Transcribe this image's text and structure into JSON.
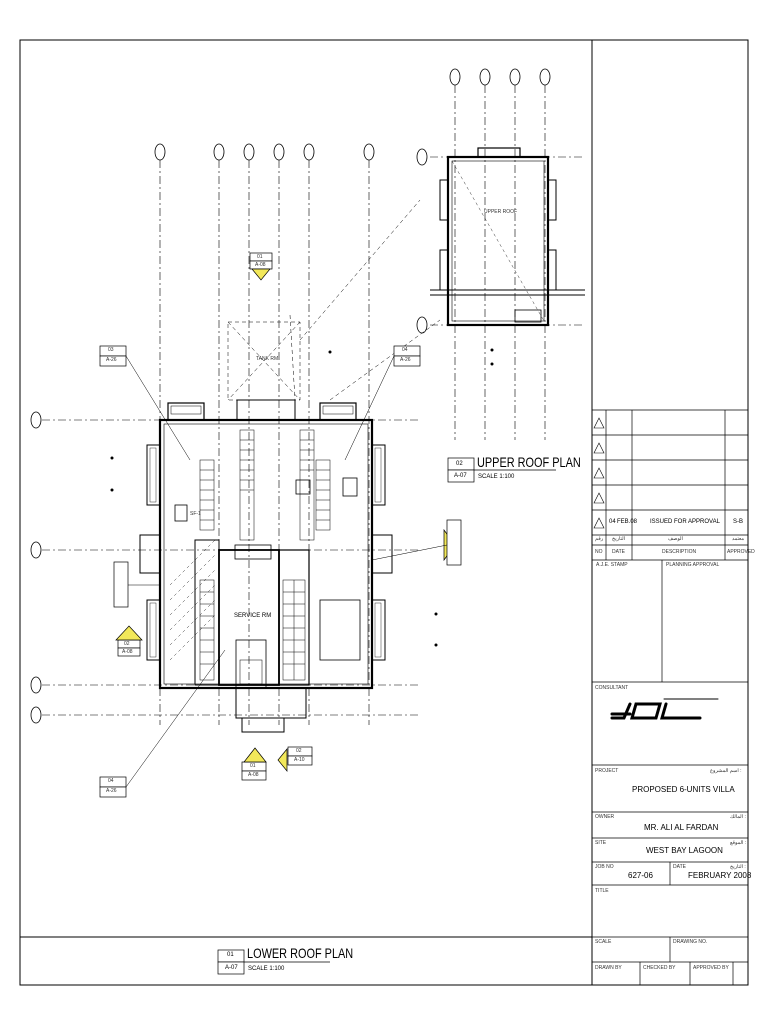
{
  "plans": {
    "lower": {
      "number": "01",
      "sheet": "A-07",
      "title": "LOWER ROOF PLAN",
      "scale": "SCALE 1:100"
    },
    "upper": {
      "number": "02",
      "sheet": "A-07",
      "title": "UPPER ROOF PLAN",
      "scale": "SCALE 1:100"
    }
  },
  "plan_labels": {
    "service_room": "SERVICE RM",
    "upper_roof": "UPPER ROOF",
    "tank_room": "TANK RM",
    "sf1": "SF-1"
  },
  "section_markers": [
    {
      "number": "03",
      "sheet": "A-26"
    },
    {
      "number": "04",
      "sheet": "A-26"
    },
    {
      "number": "04",
      "sheet": "A-26"
    },
    {
      "number": "01",
      "sheet": "A-08"
    },
    {
      "number": "02",
      "sheet": "A-10"
    },
    {
      "number": "02",
      "sheet": "A-08"
    },
    {
      "number": "01",
      "sheet": "A-08"
    }
  ],
  "revisions": {
    "rows": [
      {
        "no": "04",
        "date": "FEB.08",
        "description": "ISSUED FOR APPROVAL",
        "approved": "S-B"
      }
    ],
    "header_ar": {
      "no": "رقم",
      "date": "التاريخ",
      "description": "الوصف",
      "approved": "معتمد"
    },
    "header": {
      "no": "NO",
      "date": "DATE",
      "description": "DESCRIPTION",
      "approved": "APPROVED"
    }
  },
  "stamps": {
    "aje": "A.J.E. STAMP",
    "planning": "PLANNING APPROVAL"
  },
  "title_block": {
    "consultant_label": "CONSULTANT",
    "project_label": "PROJECT",
    "project_label_ar": "اسم المشروع :",
    "project": "PROPOSED 6-UNITS VILLA",
    "owner_label": "OWNER",
    "owner_label_ar": "المالك :",
    "owner": "MR. ALI AL FARDAN",
    "site_label": "SITE",
    "site_label_ar": "الموقع :",
    "site": "WEST BAY LAGOON",
    "job_label": "JOB NO",
    "job": "627-06",
    "date_label": "DATE",
    "date_label_ar": "التاريخ :",
    "date": "FEBRUARY 2008",
    "title_label": "TITLE",
    "scale_label": "SCALE",
    "drawing_label": "DRAWING NO.",
    "drawn_label": "DRAWN BY",
    "checked_label": "CHECKED BY",
    "approved_label": "APPROVED BY"
  },
  "colors": {
    "marker_fill": "#f2e85a",
    "line": "#000000"
  }
}
